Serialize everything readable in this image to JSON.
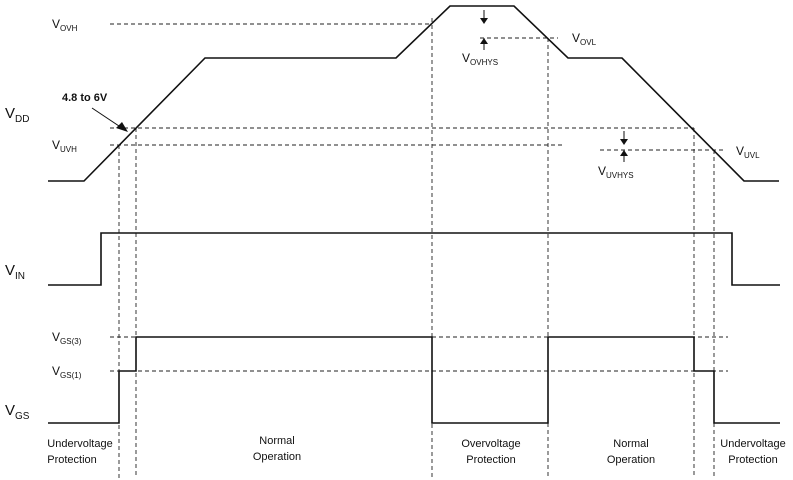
{
  "signals": {
    "vdd": {
      "main": "V",
      "sub": "DD"
    },
    "vin": {
      "main": "V",
      "sub": "IN"
    },
    "vgs": {
      "main": "V",
      "sub": "GS"
    }
  },
  "thresholds": {
    "vovh": {
      "main": "V",
      "sub": "OVH"
    },
    "vovl": {
      "main": "V",
      "sub": "OVL"
    },
    "vovhys": {
      "main": "V",
      "sub": "OVHYS"
    },
    "vuvh": {
      "main": "V",
      "sub": "UVH"
    },
    "vuvl": {
      "main": "V",
      "sub": "UVL"
    },
    "vuvhys": {
      "main": "V",
      "sub": "UVHYS"
    },
    "vgs3": {
      "main": "V",
      "sub": "GS(3)"
    },
    "vgs1": {
      "main": "V",
      "sub": "GS(1)"
    }
  },
  "annotation": "4.8 to 6V",
  "regions": [
    {
      "line1": "Undervoltage",
      "line2": "Protection"
    },
    {
      "line1": "Normal",
      "line2": "Operation"
    },
    {
      "line1": "Overvoltage",
      "line2": "Protection"
    },
    {
      "line1": "Normal",
      "line2": "Operation"
    },
    {
      "line1": "Undervoltage",
      "line2": "Protection"
    }
  ]
}
